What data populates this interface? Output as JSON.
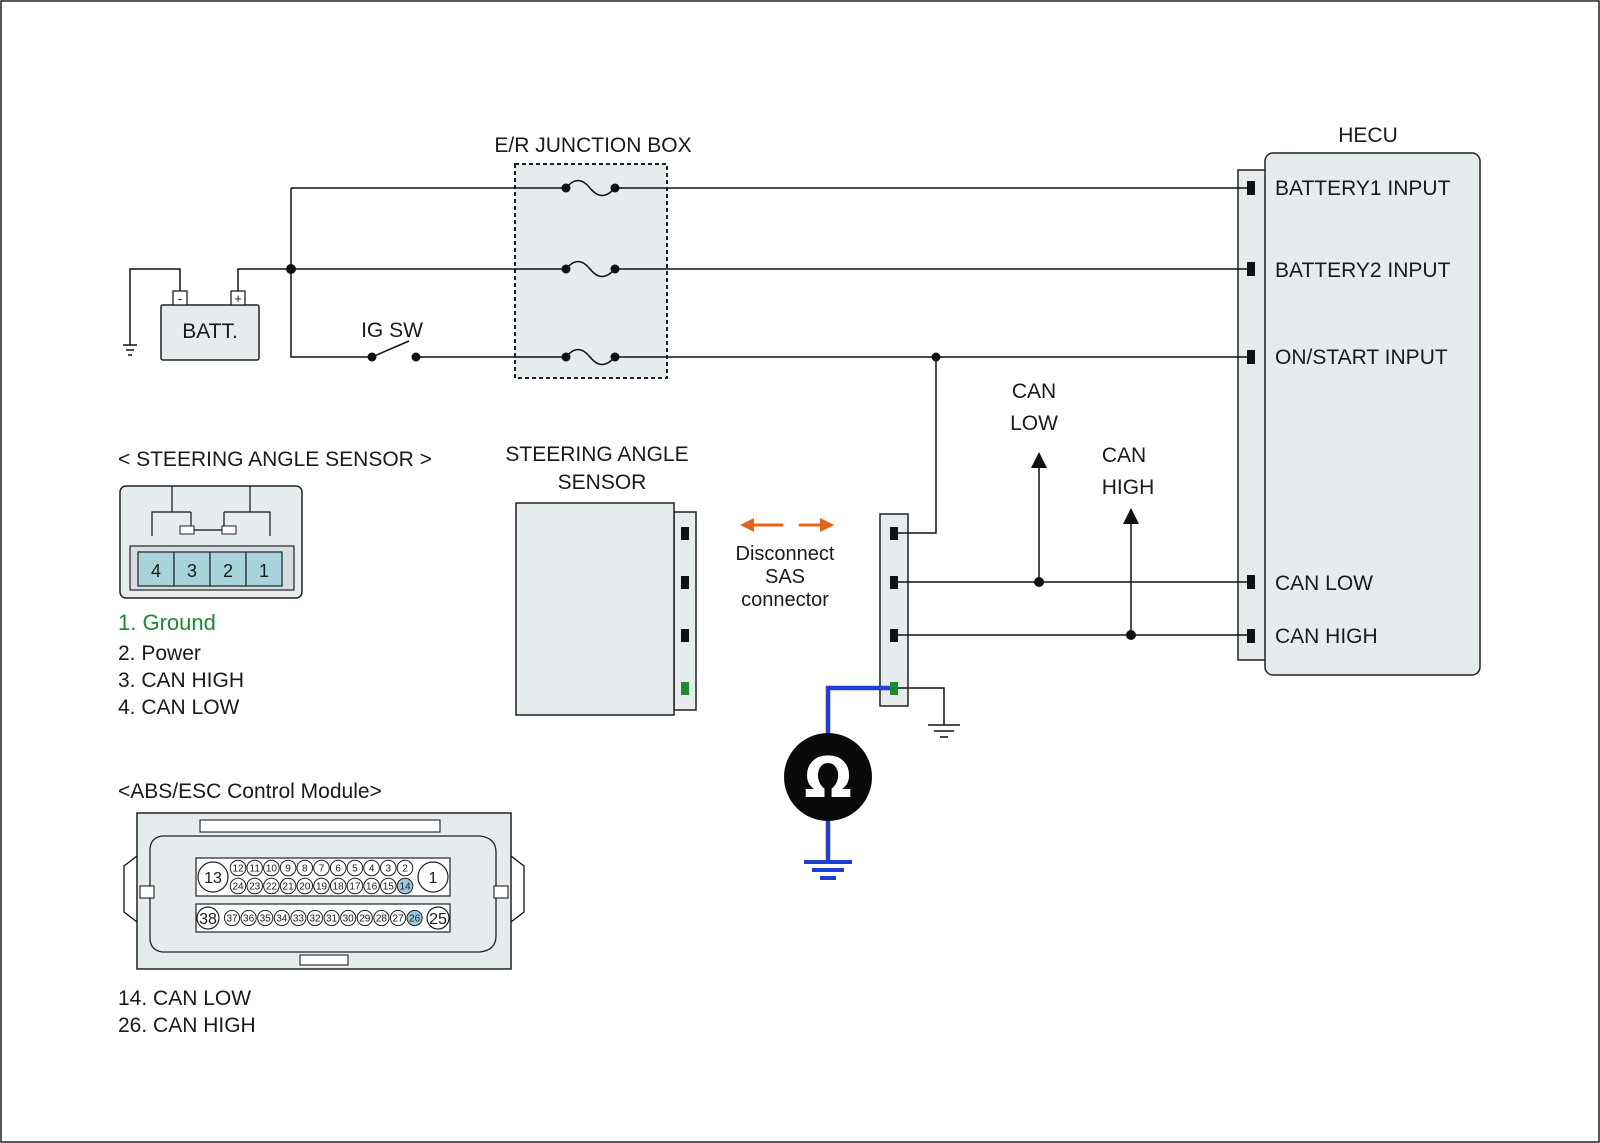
{
  "junction_box": {
    "title": "E/R JUNCTION BOX"
  },
  "battery": {
    "label": "BATT.",
    "neg": "-",
    "pos": "+"
  },
  "ig_switch": {
    "label": "IG SW"
  },
  "hecu": {
    "title": "HECU",
    "inputs": [
      "BATTERY1 INPUT",
      "BATTERY2 INPUT",
      "ON/START INPUT",
      "CAN LOW",
      "CAN HIGH"
    ]
  },
  "sas_device": {
    "title_line1": "STEERING ANGLE",
    "title_line2": "SENSOR"
  },
  "disconnect_note": {
    "line1": "Disconnect",
    "line2": "SAS",
    "line3": "connector"
  },
  "can_arrows": {
    "low_line1": "CAN",
    "low_line2": "LOW",
    "high_line1": "CAN",
    "high_line2": "HIGH"
  },
  "ohmmeter": {
    "symbol": "Ω"
  },
  "sas_connector": {
    "title": "< STEERING ANGLE SENSOR >",
    "pins": [
      "4",
      "3",
      "2",
      "1"
    ],
    "legend": [
      "1. Ground",
      "2. Power",
      "3. CAN HIGH",
      "4. CAN LOW"
    ]
  },
  "abs_module": {
    "title": "<ABS/ESC Control Module>",
    "big_pins": [
      "13",
      "1",
      "38",
      "25"
    ],
    "row1": [
      "12",
      "11",
      "10",
      "9",
      "8",
      "7",
      "6",
      "5",
      "4",
      "3",
      "2"
    ],
    "row2": [
      "24",
      "23",
      "22",
      "21",
      "20",
      "19",
      "18",
      "17",
      "16",
      "15",
      "14"
    ],
    "row3": [
      "37",
      "36",
      "35",
      "34",
      "33",
      "32",
      "31",
      "30",
      "29",
      "28",
      "27",
      "26"
    ],
    "legend": [
      "14. CAN LOW",
      "26. CAN HIGH"
    ]
  },
  "colors": {
    "ground_highlight": "#1e8a2e",
    "probe_wire": "#1f3fd6",
    "arrow": "#e8641b",
    "pin_fill": "#a9d3da",
    "pin_highlight": "#9cc8dc"
  }
}
